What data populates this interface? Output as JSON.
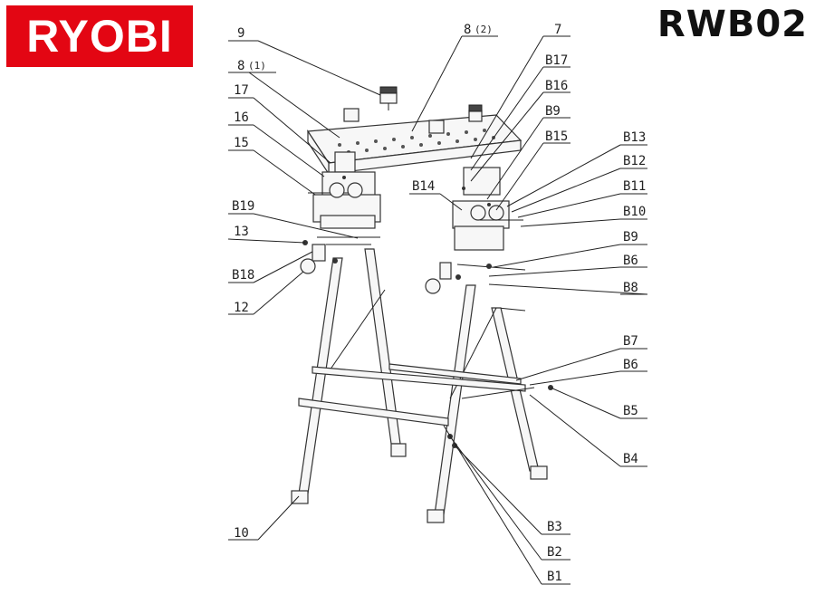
{
  "brand": "RYOBI",
  "model": "RWB02",
  "labels": {
    "p9": "9",
    "p8_2": "8",
    "p8_2q": "(2)",
    "p7": "7",
    "p8_1": "8",
    "p8_1q": "(1)",
    "b17": "B17",
    "p17": "17",
    "b16": "B16",
    "b9a": "B9",
    "p16": "16",
    "b15": "B15",
    "p15": "15",
    "b13": "B13",
    "b12": "B12",
    "b14": "B14",
    "b11": "B11",
    "b19": "B19",
    "b10": "B10",
    "p13": "13",
    "b9b": "B9",
    "b18": "B18",
    "b6a": "B6",
    "b8": "B8",
    "p12": "12",
    "b7": "B7",
    "b6b": "B6",
    "b5": "B5",
    "b4": "B4",
    "p10": "10",
    "b3": "B3",
    "b2": "B2",
    "b1": "B1"
  }
}
